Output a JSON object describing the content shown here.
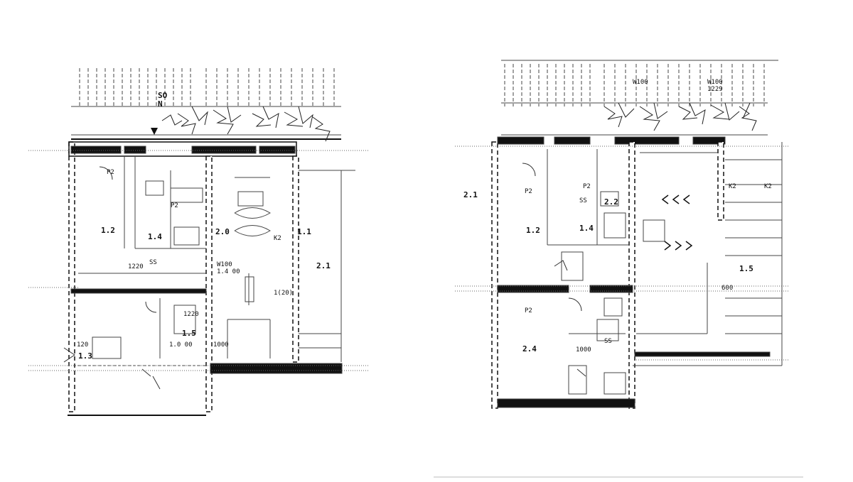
{
  "title": "",
  "colors": {
    "ink": "#111111",
    "line": "#444444",
    "paper": "#ffffff"
  },
  "plans": {
    "left": {
      "north": "SO\nN",
      "room_numbers": [
        "1.2",
        "1.4",
        "1.5",
        "2.0",
        "1.1",
        "1.3",
        "2.1"
      ],
      "labels": [
        "P2",
        "P2",
        "W100",
        "1.4 00",
        "1.0 00",
        "120",
        "1220",
        "K2",
        "1(20)",
        "1220",
        "SS",
        "1000"
      ]
    },
    "right": {
      "room_numbers": [
        "1.2",
        "1.4",
        "2.2",
        "2.4",
        "1.5",
        "2.1"
      ],
      "labels": [
        "P2",
        "P2",
        "P2",
        "SS",
        "K2",
        "K2",
        "W100",
        "W100",
        "1229",
        "1000",
        "SS",
        "600"
      ]
    }
  }
}
